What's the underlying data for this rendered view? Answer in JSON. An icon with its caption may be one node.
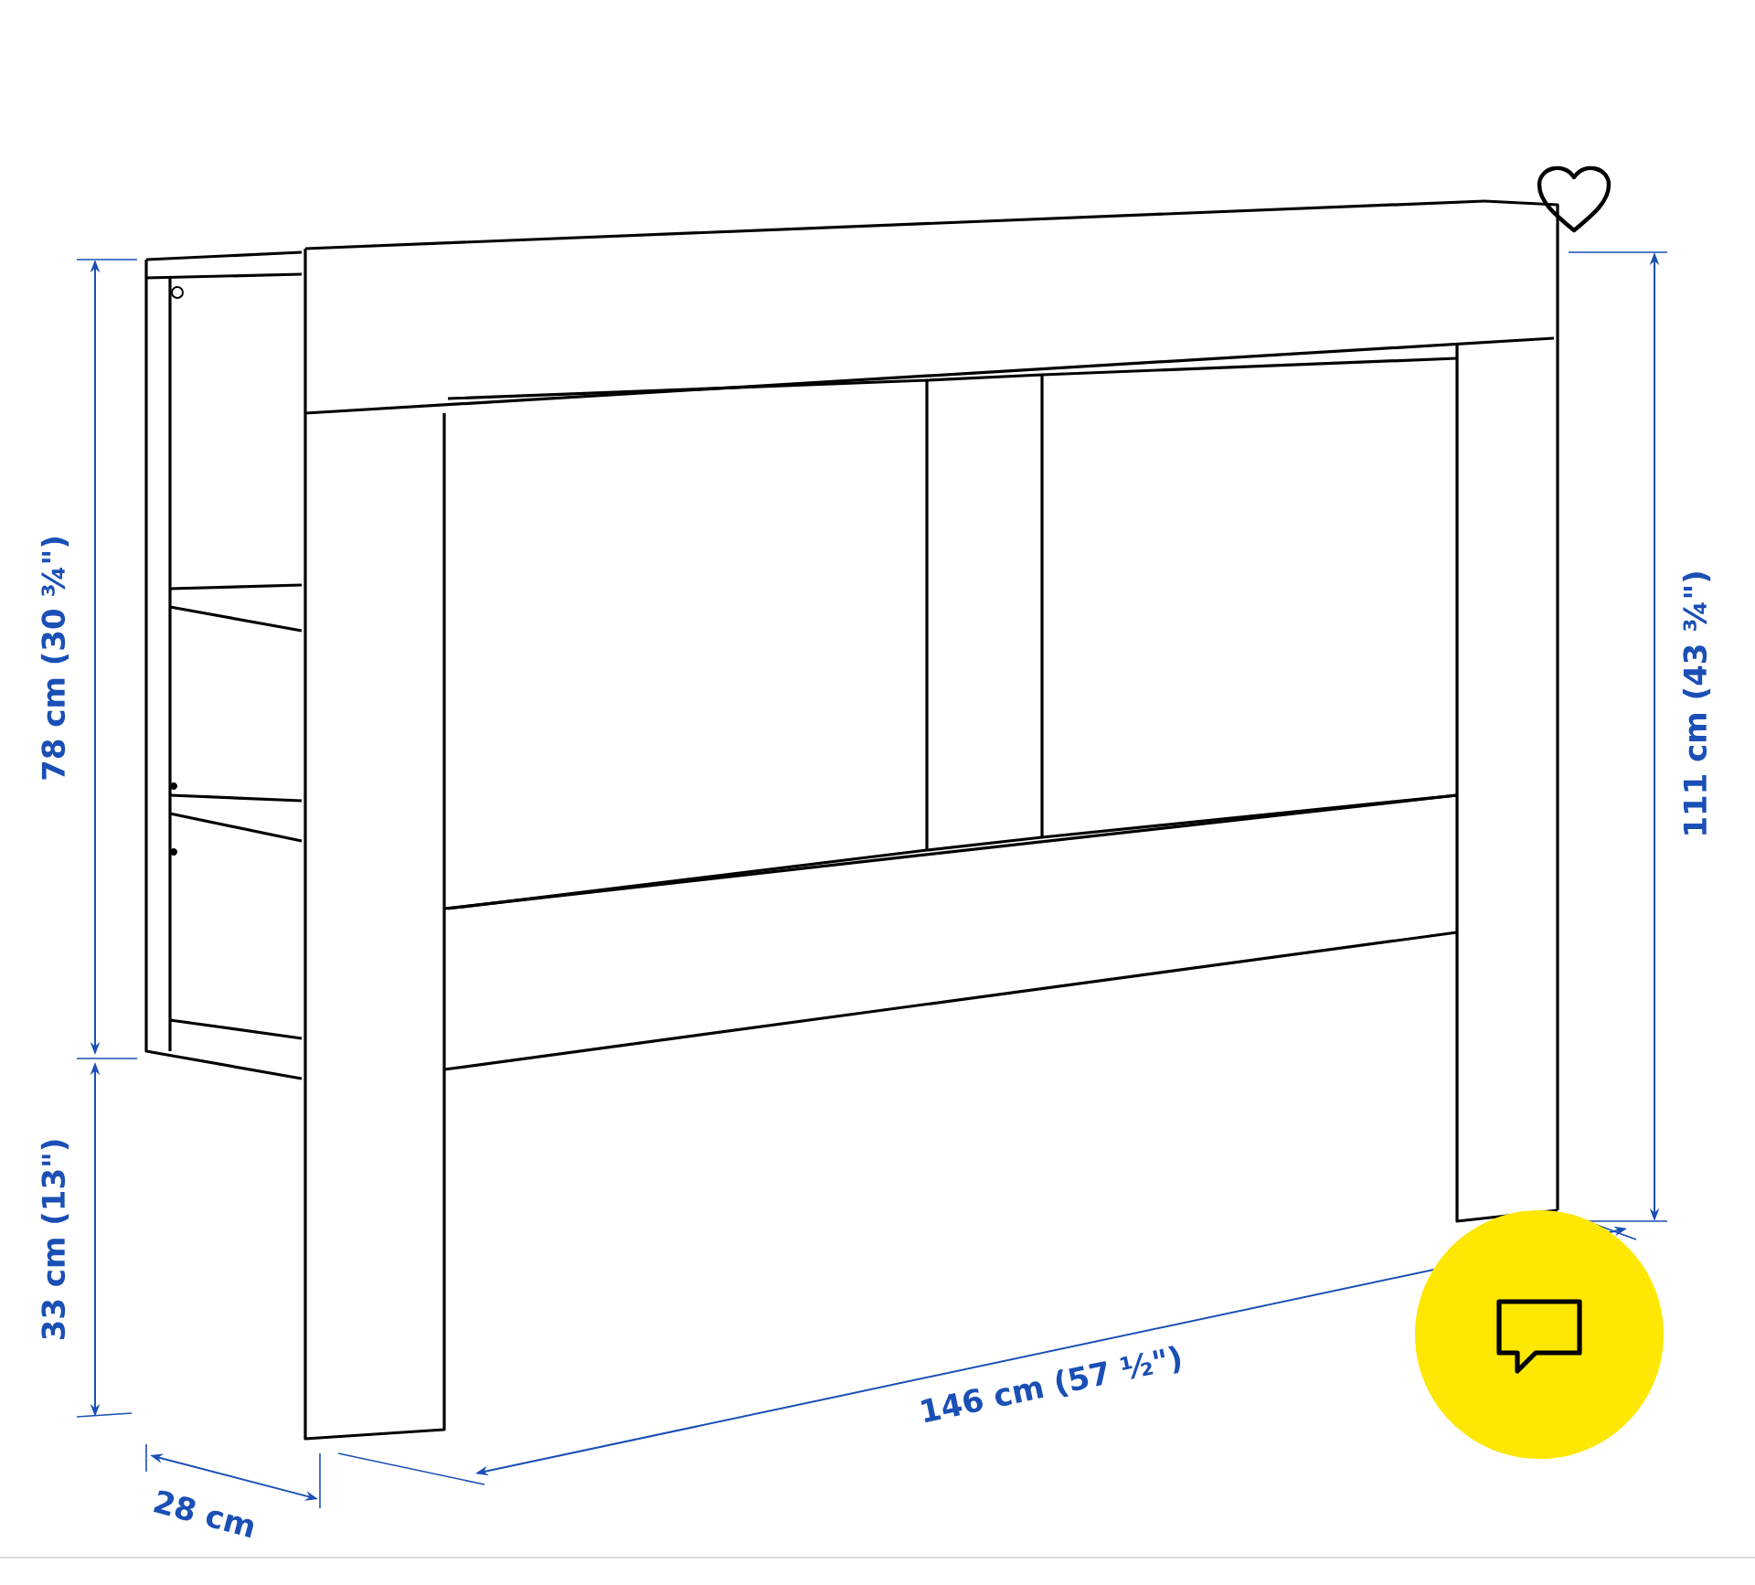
{
  "diagram": {
    "labels": [
      "78 cm (30 ¾\")",
      "33 cm (13\")",
      "111 cm (43 ¾\")",
      "146 cm (57 ½\")",
      "28 cm"
    ]
  }
}
